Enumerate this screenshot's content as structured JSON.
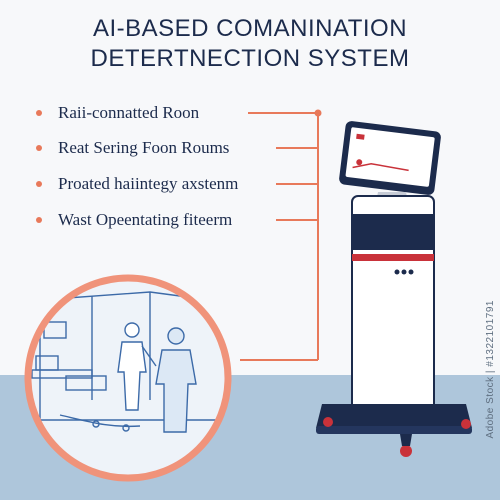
{
  "title": {
    "line1": "AI-BASED COMANINATION",
    "line2": "DETERTNECTION SYSTEM"
  },
  "bullets": [
    {
      "label": "Raii-connatted Roon"
    },
    {
      "label": "Reat Sering Foon Roums"
    },
    {
      "label": "Proated haiintegy axstenm"
    },
    {
      "label": "Wast Opeentating fiteerm"
    }
  ],
  "watermark": "Adobe Stock | #1322101791",
  "colors": {
    "navy": "#1c2b4c",
    "accent": "#e8795a",
    "floor": "#aec6db",
    "red_stripe": "#c9323a"
  },
  "icons": {
    "kiosk": "kiosk-device-icon",
    "room_scene": "cleanroom-scene-illustration",
    "bullet": "bullet-dot-icon"
  }
}
